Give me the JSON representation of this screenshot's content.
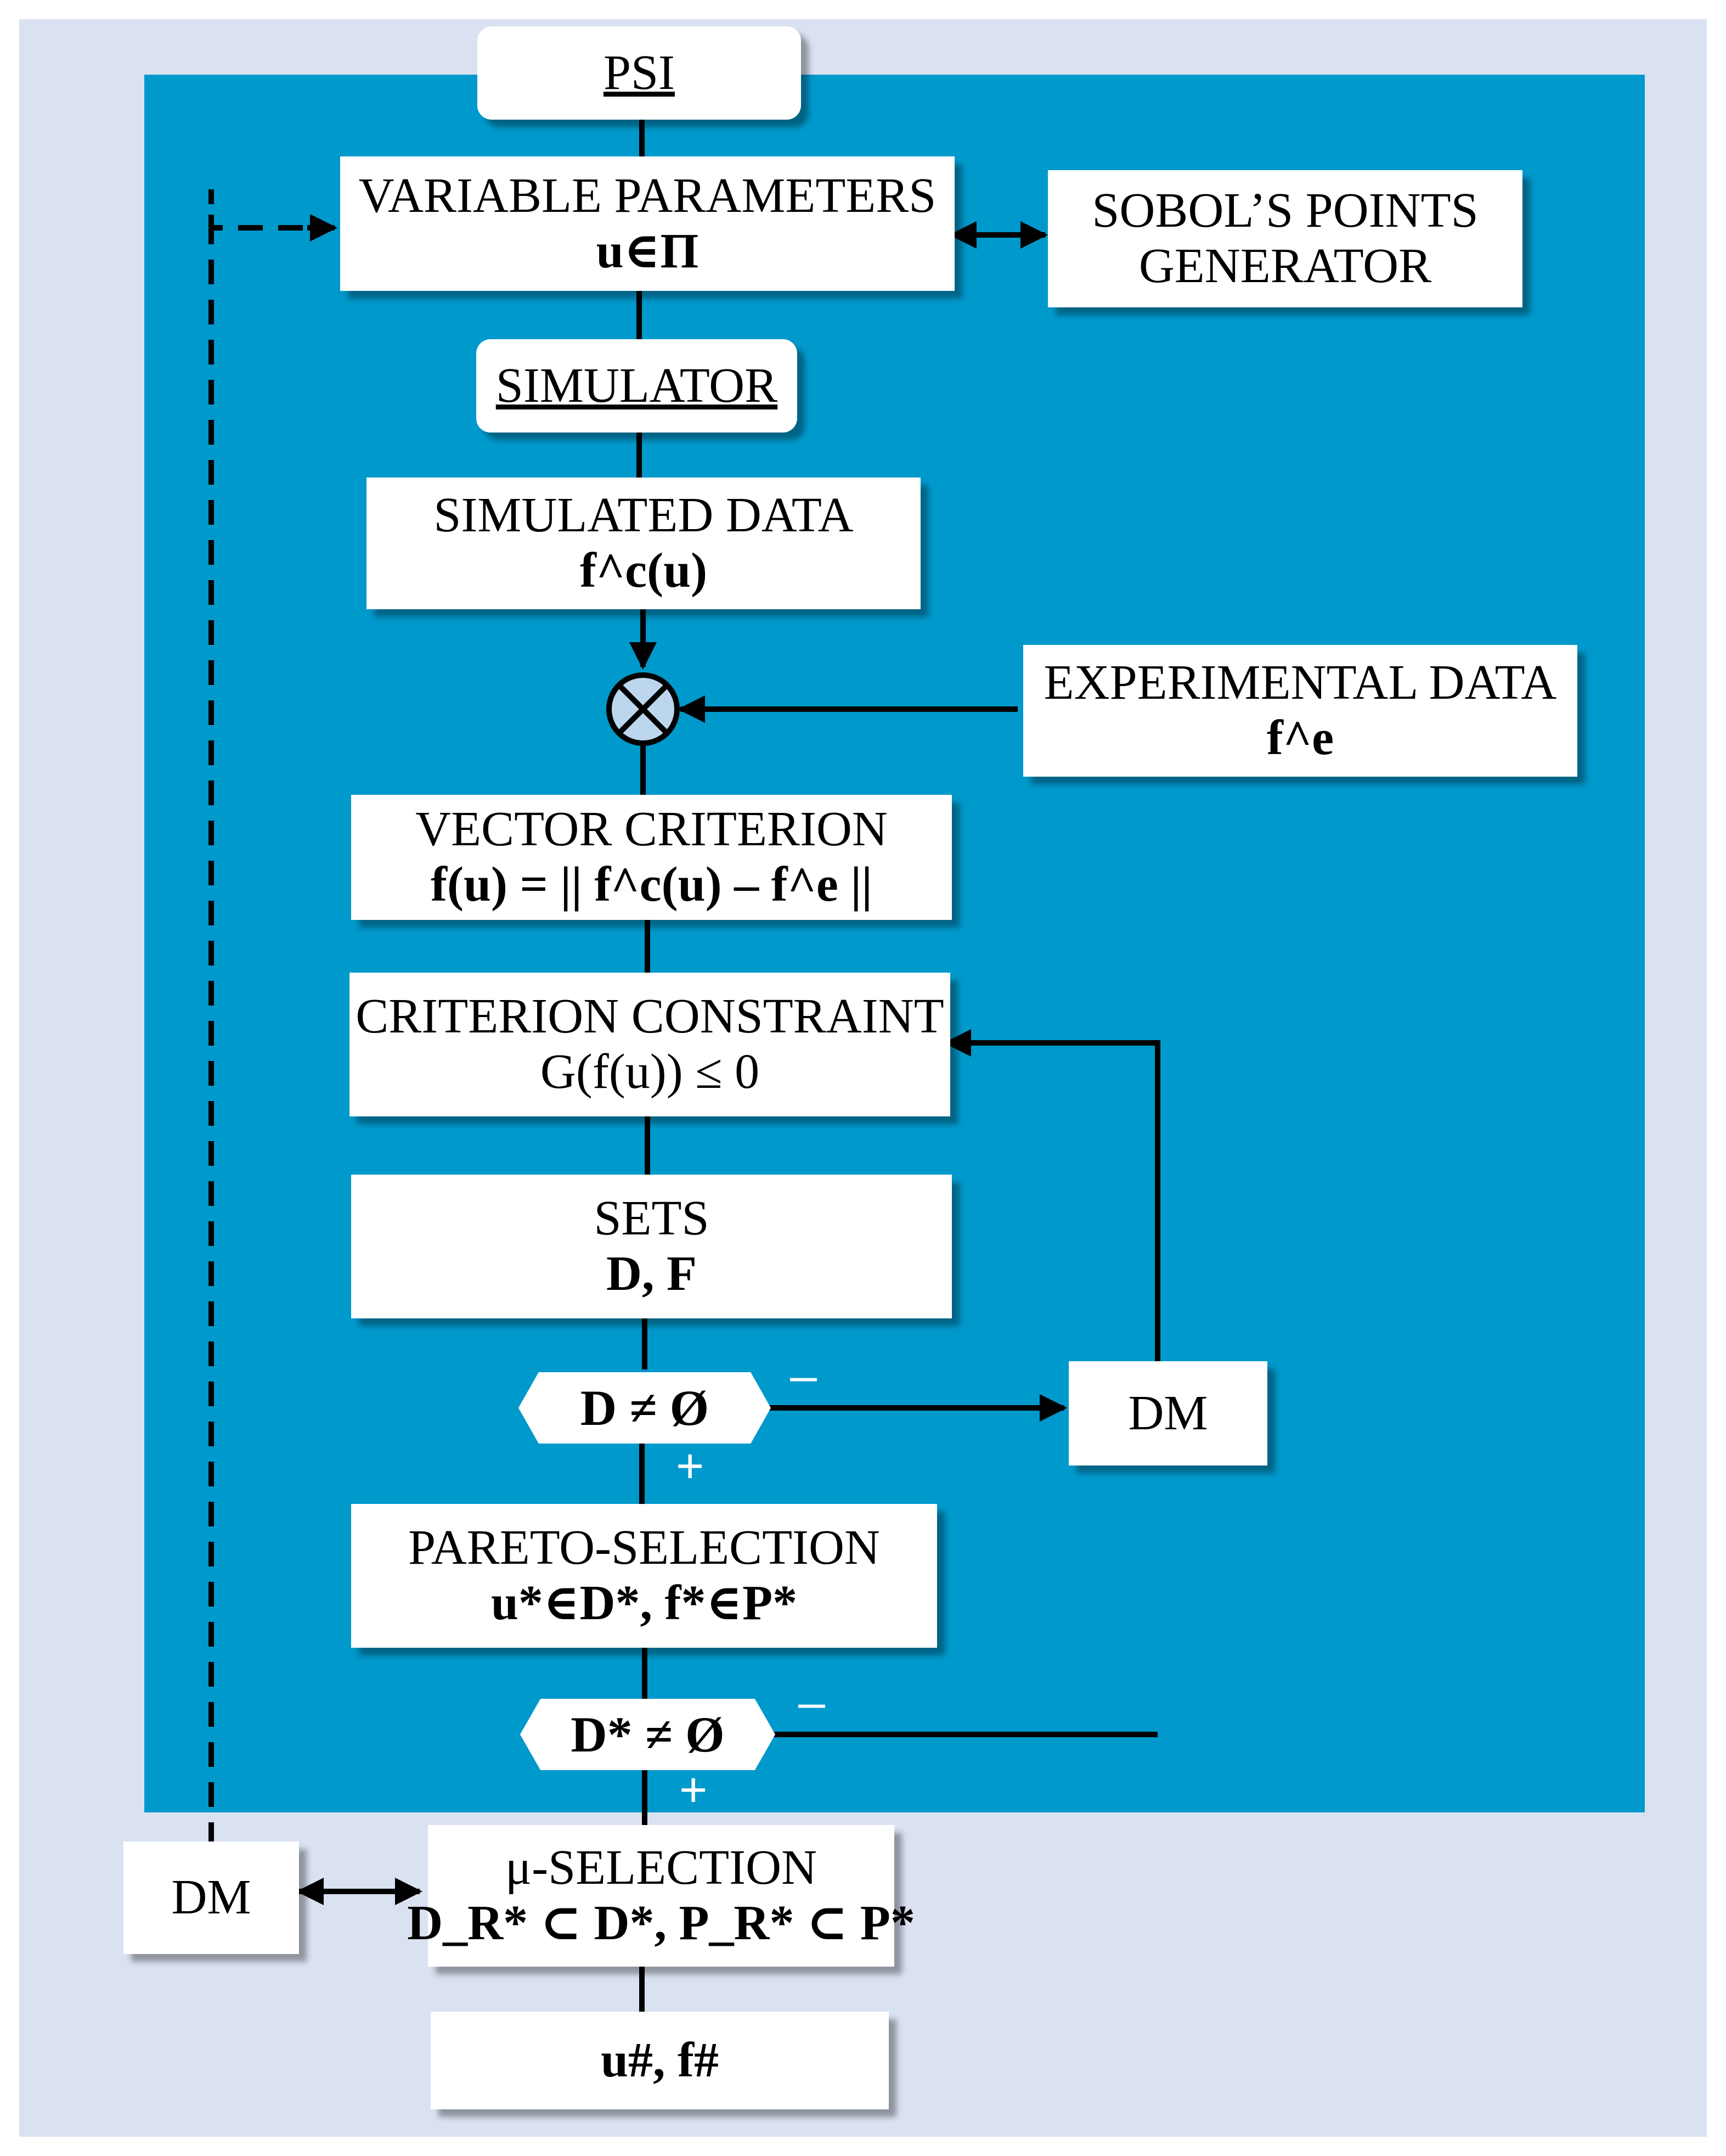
{
  "diagram": {
    "psi": "PSI",
    "variable_parameters": {
      "title": "VARIABLE PARAMETERS",
      "formula": "u∈Π"
    },
    "sobol": {
      "line1": "SOBOL’S POINTS",
      "line2": "GENERATOR"
    },
    "simulator": "SIMULATOR",
    "simulated_data": {
      "title": "SIMULATED DATA",
      "formula": "f^c(u)"
    },
    "experimental_data": {
      "title": "EXPERIMENTAL DATA",
      "formula": "f^e"
    },
    "vector_criterion": {
      "title": "VECTOR CRITERION",
      "formula": "f(u) = || f^c(u) – f^e ||"
    },
    "criterion_constraint": {
      "title": "CRITERION CONSTRAINT",
      "formula": "G(f(u)) ≤ 0"
    },
    "sets": {
      "title": "SETS",
      "formula": "D, F"
    },
    "decision1": {
      "label": "D ≠ Ø",
      "minus": "–",
      "plus": "+"
    },
    "dm_right": "DM",
    "pareto": {
      "title": "PARETO-SELECTION",
      "formula": "u*∈D*, f*∈P*"
    },
    "decision2": {
      "label": "D* ≠ Ø",
      "minus": "–",
      "plus": "+"
    },
    "dm_left": "DM",
    "mu_selection": {
      "title": "μ-SELECTION",
      "formula": "D_R* ⊂ D*, P_R* ⊂ P*"
    },
    "result": "u#, f#"
  }
}
